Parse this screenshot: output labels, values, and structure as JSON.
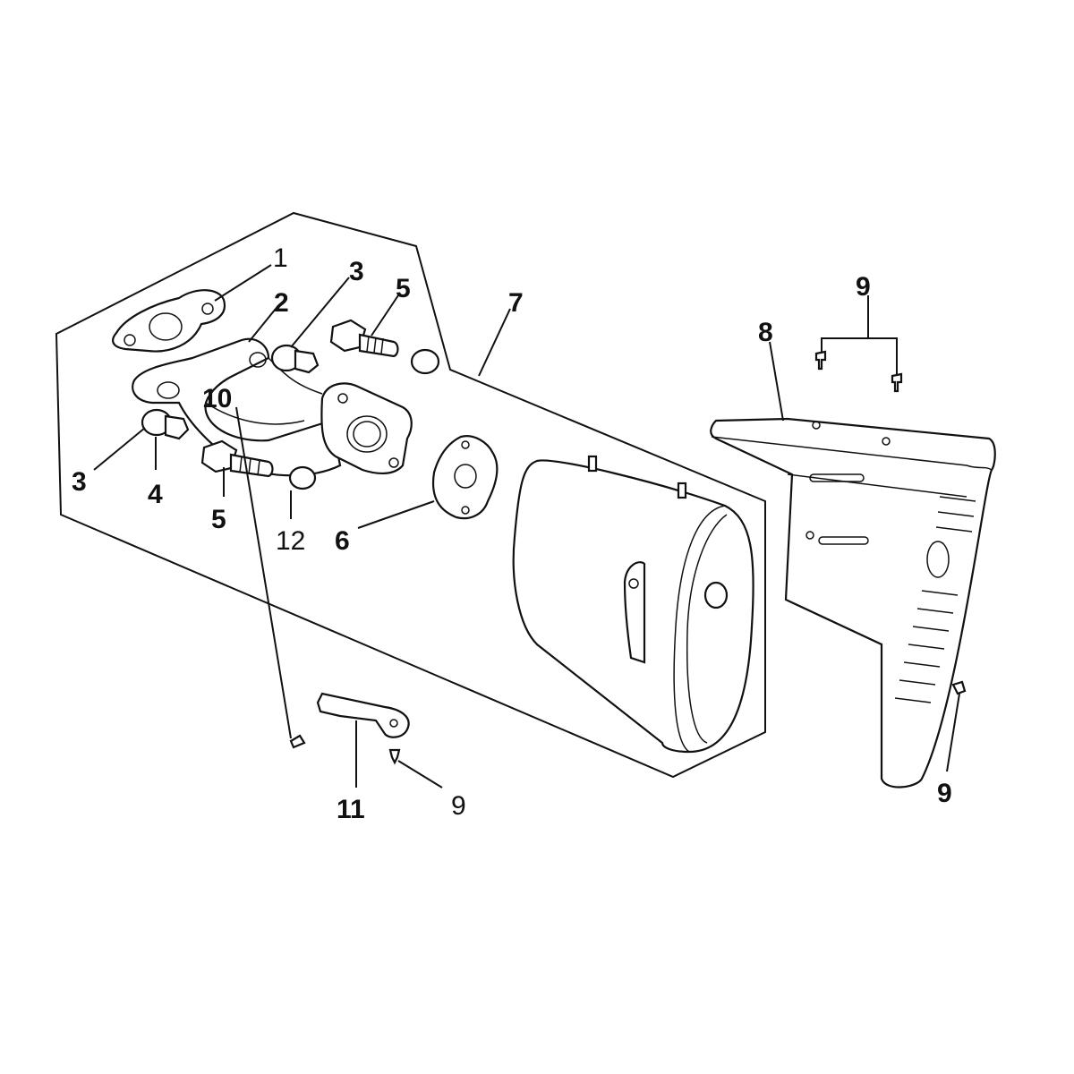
{
  "diagram": {
    "type": "exploded-parts-view",
    "labels": {
      "p1": "1",
      "p2": "2",
      "p3_top": "3",
      "p5_top": "5",
      "p7": "7",
      "p3_left": "3",
      "p4": "4",
      "p5_bottom": "5",
      "p12": "12",
      "p6": "6",
      "p8": "8",
      "p9_top": "9",
      "p10": "10",
      "p11": "11",
      "p9_bottom": "9",
      "p9_right": "9"
    }
  }
}
